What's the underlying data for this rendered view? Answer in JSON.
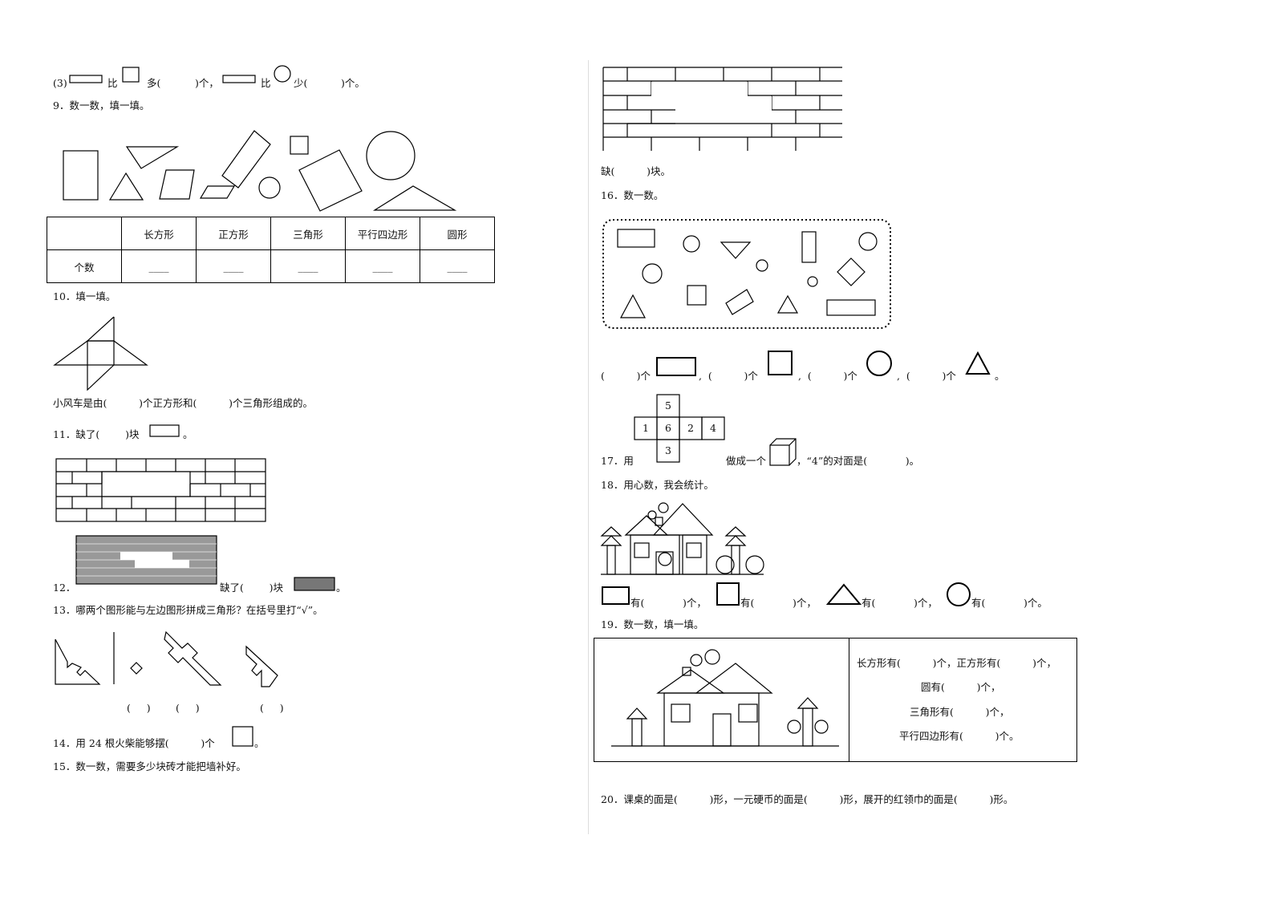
{
  "q8_3": {
    "num": "(3)",
    "bi1": "比",
    "duo": "多(",
    "ge1": ")个，",
    "bi2": "比",
    "shao": "少(",
    "ge2": ")个。"
  },
  "q9": {
    "title": "9．数一数，填一填。",
    "headers": [
      "长方形",
      "正方形",
      "三角形",
      "平行四边形",
      "圆形"
    ],
    "row_label": "个数",
    "blanks": [
      "____",
      "____",
      "____",
      "____",
      "____"
    ]
  },
  "q10": {
    "title": "10．填一填。",
    "sentence": "小风车是由(          )个正方形和(          )个三角形组成的。"
  },
  "q11": {
    "title": "11．缺了(        )块"
  },
  "q12": {
    "num": "12．",
    "text": "缺了(        )块",
    "end": "。"
  },
  "q13": {
    "title": "13．哪两个图形能与左边图形拼成三角形？在括号里打“√”。",
    "blanks": [
      "(     )",
      "(     )",
      "(     )"
    ]
  },
  "q14": {
    "title": "14．用 24 根火柴能够摆(          )个",
    "end": "。"
  },
  "q15": {
    "title": "15．数一数，需要多少块砖才能把墙补好。"
  },
  "q15b": {
    "text": "缺(          )块。"
  },
  "q16": {
    "title": "16．数一数。",
    "counts": [
      "(          )个",
      ",  (          )个",
      ",  (          )个",
      ",  (          )个"
    ],
    "end": "。"
  },
  "q17": {
    "prefix": "17．用",
    "middle": "做成一个",
    "suffix": "，“4”的对面是(            )。",
    "net": [
      "5",
      "1",
      "6",
      "2",
      "4",
      "3"
    ]
  },
  "q18": {
    "title": "18．用心数，我会统计。",
    "items": [
      "有(            )个，",
      "有(            )个，",
      "有(            )个，",
      "有(            )个。"
    ]
  },
  "q19": {
    "title": "19．数一数，填一填。",
    "lines": [
      "长方形有(          )个，正方形有(          )个，",
      "圆有(          )个，",
      "三角形有(          )个，",
      "平行四边形有(          )个。"
    ]
  },
  "q20": {
    "title": "20．课桌的面是(          )形，一元硬币的面是(          )形，展开的红领巾的面是(          )形。"
  }
}
